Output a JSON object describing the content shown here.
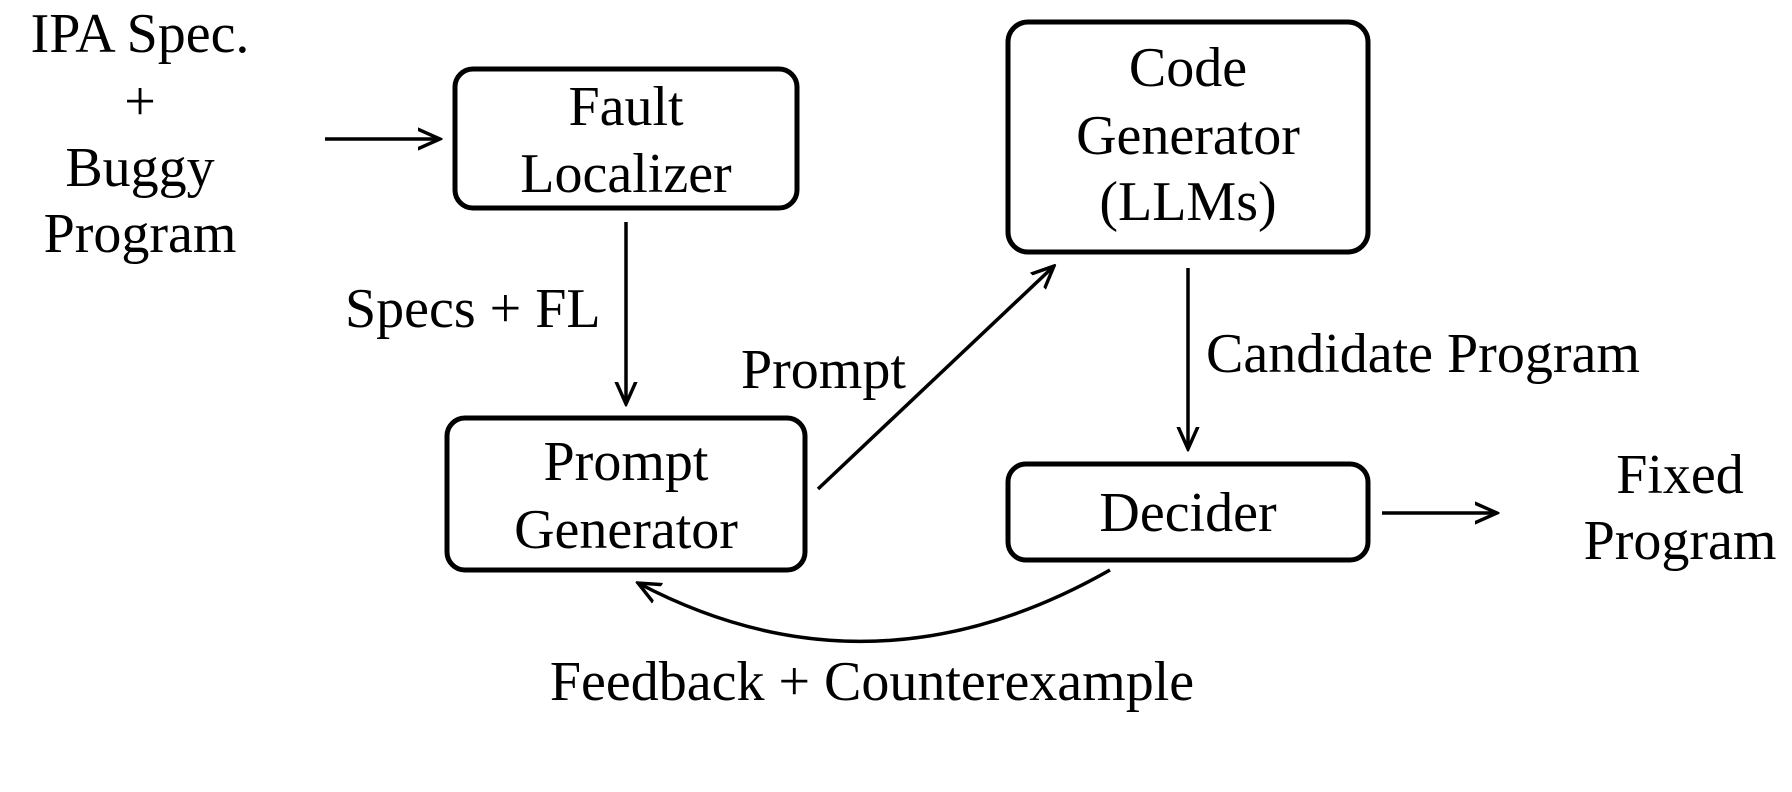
{
  "colors": {
    "ink": "#000000",
    "background": "#ffffff"
  },
  "input": {
    "line1": "IPA Spec.",
    "line2": "+",
    "line3": "Buggy",
    "line4": "Program"
  },
  "nodes": {
    "fault_localizer": {
      "line1": "Fault",
      "line2": "Localizer"
    },
    "prompt_generator": {
      "line1": "Prompt",
      "line2": "Generator"
    },
    "code_generator": {
      "line1": "Code",
      "line2": "Generator",
      "line3": "(LLMs)"
    },
    "decider": {
      "line1": "Decider"
    }
  },
  "output": {
    "line1": "Fixed",
    "line2": "Program"
  },
  "edge_labels": {
    "specs_fl": "Specs + FL",
    "prompt": "Prompt",
    "candidate_program": "Candidate Program",
    "feedback": "Feedback + Counterexample"
  }
}
